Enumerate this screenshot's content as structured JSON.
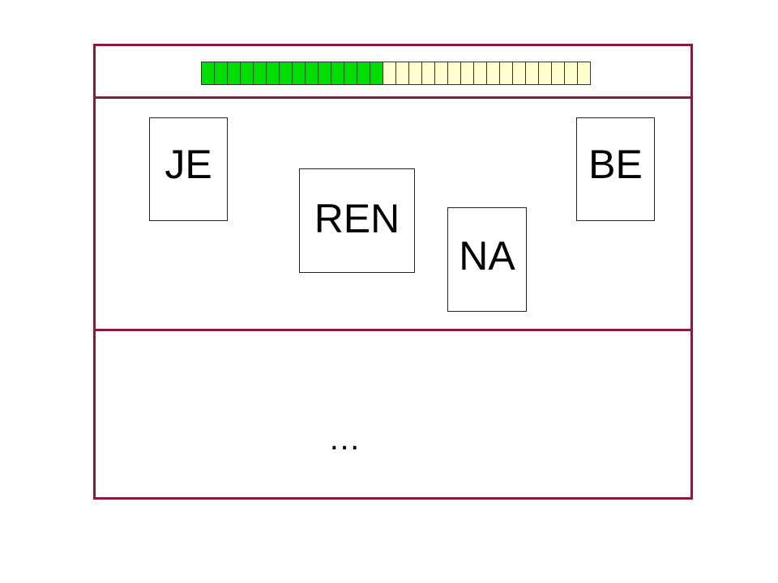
{
  "progress": {
    "total_cells": 30,
    "filled_cells": 14,
    "filled_color": "#00dd00",
    "empty_color": "#ffffcc"
  },
  "cards": {
    "je": "JE",
    "ren": "REN",
    "na": "NA",
    "be": "BE"
  },
  "answer": {
    "text": "…"
  }
}
